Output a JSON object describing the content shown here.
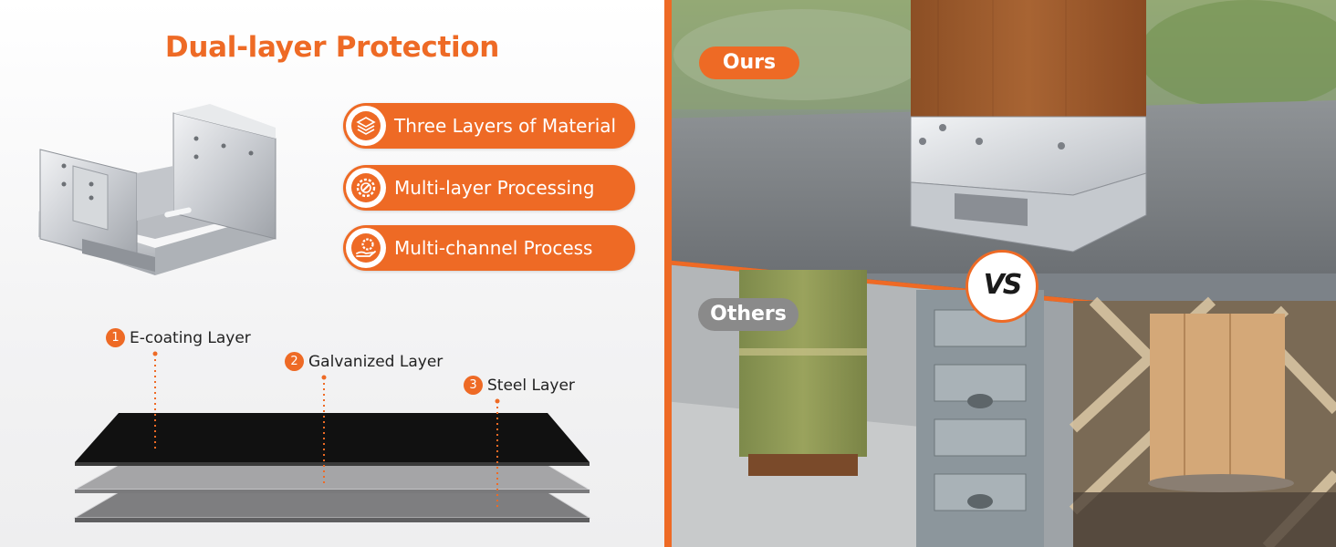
{
  "heading": "Dual-layer Protection",
  "features": [
    {
      "label": "Three Layers of Material",
      "icon": "layers-icon"
    },
    {
      "label": "Multi-layer Processing",
      "icon": "gear-wrench-icon"
    },
    {
      "label": "Multi-channel Process",
      "icon": "hand-gear-icon"
    }
  ],
  "layers": [
    {
      "number": "1",
      "label": "E-coating Layer"
    },
    {
      "number": "2",
      "label": "Galvanized Layer"
    },
    {
      "number": "3",
      "label": "Steel Layer"
    }
  ],
  "comparison": {
    "ours_label": "Ours",
    "others_label": "Others",
    "vs_label": "VS"
  },
  "colors": {
    "accent": "#ee6a25",
    "others_tag": "#8a8a8a",
    "coating_layer": "#111111",
    "galvanized_layer": "#a5a5a7",
    "steel_layer": "#7e7e80"
  }
}
